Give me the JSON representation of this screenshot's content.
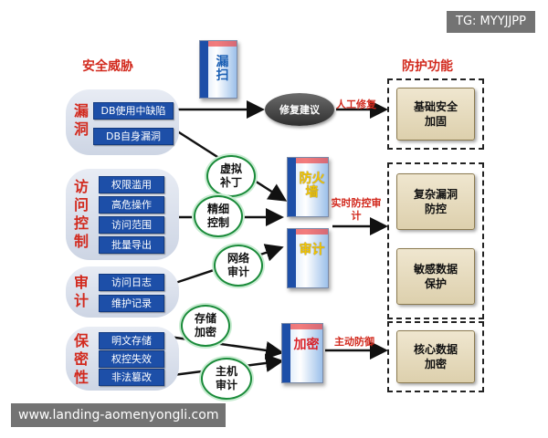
{
  "headings": {
    "threats": "安全威胁",
    "protection": "防护功能"
  },
  "watermark_top": "TG: MYYJJPP",
  "watermark_bottom": "www.landing-aomenyongli.com",
  "threat_groups": [
    {
      "title_lines": [
        "漏",
        "洞"
      ],
      "items": [
        "DB使用中缺陷",
        "DB自身漏洞"
      ]
    },
    {
      "title_lines": [
        "访",
        "问",
        "控",
        "制"
      ],
      "items": [
        "权限滥用",
        "高危操作",
        "访问范围",
        "批量导出"
      ]
    },
    {
      "title_lines": [
        "审",
        "计"
      ],
      "items": [
        "访问日志",
        "维护记录"
      ]
    },
    {
      "title_lines": [
        "保",
        "密",
        "性"
      ],
      "items": [
        "明文存储",
        "权控失效",
        "非法篡改"
      ]
    }
  ],
  "products": [
    {
      "label": "漏扫"
    },
    {
      "label": "防火墙"
    },
    {
      "label": "审计"
    },
    {
      "label": "加密"
    }
  ],
  "bubbles": [
    {
      "text": "虚拟补丁"
    },
    {
      "text": "精细控制"
    },
    {
      "text": "网络审计"
    },
    {
      "text": "存储加密"
    },
    {
      "text": "主机审计"
    }
  ],
  "repair_node": "修复建议",
  "arrow_labels": {
    "manual_fix": "人工修复",
    "realtime": "实时防控审计",
    "active": "主动防御"
  },
  "functions": [
    {
      "text": "基础安全加固"
    },
    {
      "text": "复杂漏洞防控"
    },
    {
      "text": "敏感数据保护"
    },
    {
      "text": "核心数据加密"
    }
  ]
}
